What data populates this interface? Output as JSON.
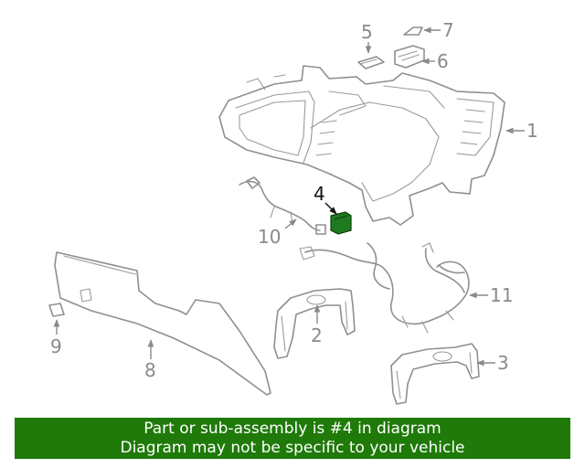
{
  "callouts": [
    "1",
    "2",
    "3",
    "4",
    "5",
    "6",
    "7",
    "8",
    "9",
    "10",
    "11"
  ],
  "highlighted_part": "4",
  "banner": {
    "line1": "Part or sub-assembly is #4 in diagram",
    "line2": "Diagram may not be specific to your vehicle"
  },
  "colors": {
    "banner_bg": "#1f7a09",
    "highlight_part": "#1f7a1f",
    "line_art": "#8f8f8f"
  }
}
